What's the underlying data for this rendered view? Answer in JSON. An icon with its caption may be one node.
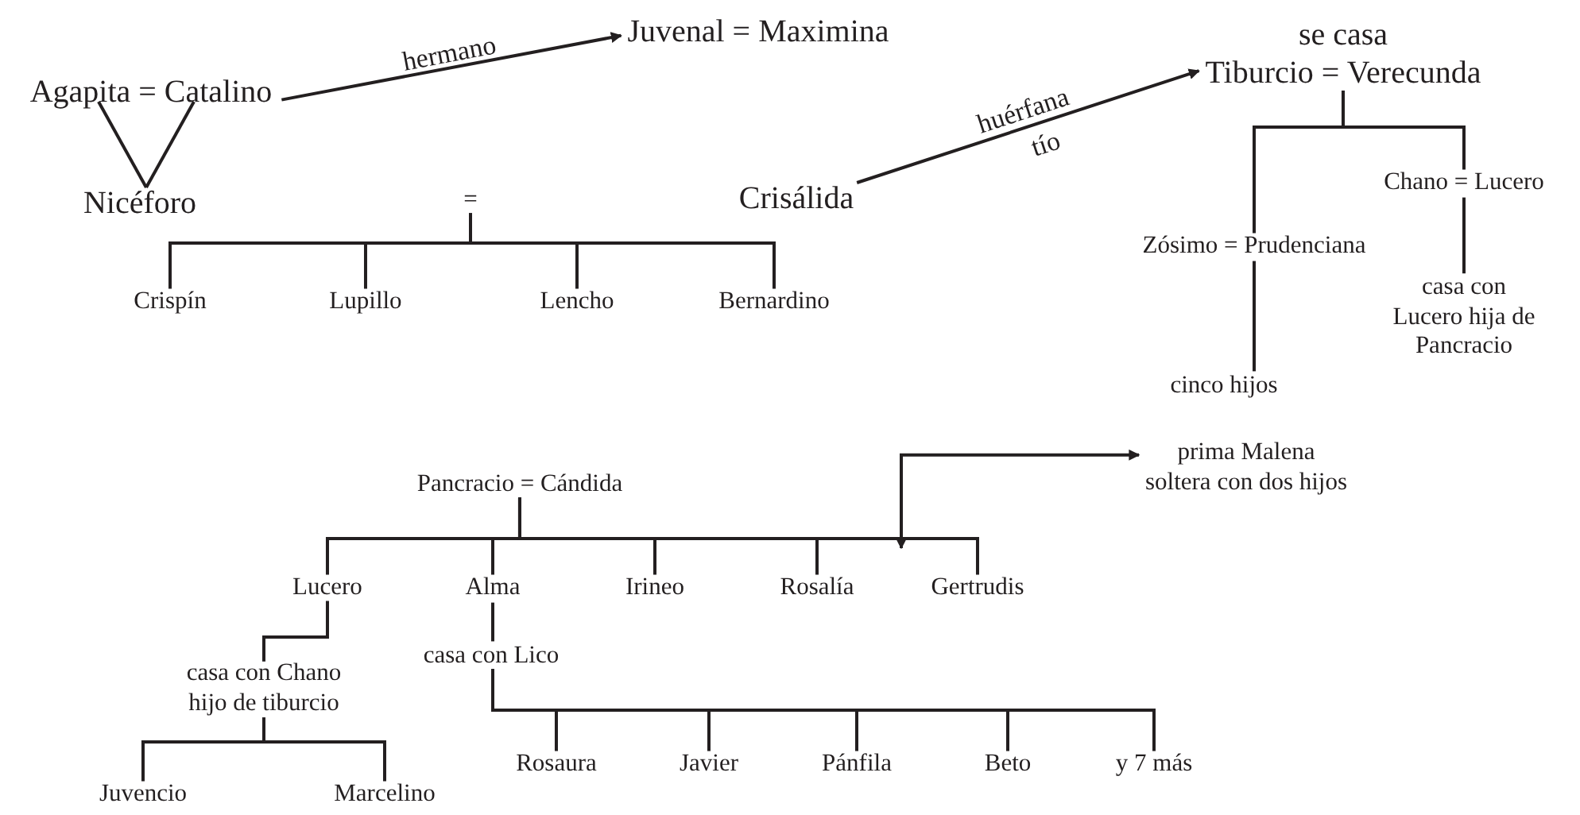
{
  "diagram": {
    "nodes": [
      {
        "text": [
          "Agapita = Catalino"
        ]
      },
      {
        "text": [
          "Nicéforo"
        ]
      },
      {
        "text": [
          "="
        ]
      },
      {
        "text": [
          "Crisálida"
        ]
      },
      {
        "text": [
          "Crispín"
        ]
      },
      {
        "text": [
          "Lupillo"
        ]
      },
      {
        "text": [
          "Lencho"
        ]
      },
      {
        "text": [
          "Bernardino"
        ]
      },
      {
        "text": [
          "Juvenal = Maximina"
        ]
      },
      {
        "text": [
          "se casa",
          "Tiburcio = Verecunda"
        ]
      },
      {
        "text": [
          "Zósimo = Prudenciana"
        ]
      },
      {
        "text": [
          "Chano = Lucero"
        ]
      },
      {
        "text": [
          "cinco hijos"
        ]
      },
      {
        "text": [
          "casa con Lucero hija de Pancracio"
        ]
      },
      {
        "text": [
          "prima Malena",
          "soltera con dos hijos"
        ]
      },
      {
        "text": [
          "Pancracio = Cándida"
        ]
      },
      {
        "text": [
          "Lucero"
        ]
      },
      {
        "text": [
          "Alma"
        ]
      },
      {
        "text": [
          "Irineo"
        ]
      },
      {
        "text": [
          "Rosalía"
        ]
      },
      {
        "text": [
          "Gertrudis"
        ]
      },
      {
        "text": [
          "casa con Chano hijo de tiburcio"
        ]
      },
      {
        "text": [
          "casa con Lico"
        ]
      },
      {
        "text": [
          "Juvencio"
        ]
      },
      {
        "text": [
          "Marcelino"
        ]
      },
      {
        "text": [
          "Rosaura"
        ]
      },
      {
        "text": [
          "Javier"
        ]
      },
      {
        "text": [
          "Pánfila"
        ]
      },
      {
        "text": [
          "Beto"
        ]
      },
      {
        "text": [
          "y 7 más"
        ]
      }
    ],
    "edges": [
      {
        "from": 0,
        "to": 1,
        "arrow": "none"
      },
      {
        "from": 0,
        "to": 1,
        "arrow": "none"
      },
      {
        "from": 0,
        "to": 8,
        "arrow": "to",
        "label": "hermano"
      },
      {
        "from": 3,
        "to": 9,
        "arrow": "to",
        "label": "huérfana"
      },
      {
        "from": 2,
        "to": 4,
        "arrow": "none"
      },
      {
        "from": 2,
        "to": 5,
        "arrow": "none"
      },
      {
        "from": 2,
        "to": 6,
        "arrow": "none"
      },
      {
        "from": 2,
        "to": 7,
        "arrow": "none"
      },
      {
        "from": 9,
        "to": 10,
        "arrow": "none"
      },
      {
        "from": 9,
        "to": 11,
        "arrow": "none"
      },
      {
        "from": 10,
        "to": 12,
        "arrow": "none"
      },
      {
        "from": 11,
        "to": 13,
        "arrow": "none"
      },
      {
        "from": 20,
        "to": 14,
        "arrow": "both"
      },
      {
        "from": 15,
        "to": 16,
        "arrow": "none"
      },
      {
        "from": 15,
        "to": 17,
        "arrow": "none"
      },
      {
        "from": 15,
        "to": 18,
        "arrow": "none"
      },
      {
        "from": 15,
        "to": 19,
        "arrow": "none"
      },
      {
        "from": 15,
        "to": 20,
        "arrow": "none"
      },
      {
        "from": 16,
        "to": 21,
        "arrow": "none"
      },
      {
        "from": 17,
        "to": 22,
        "arrow": "none"
      },
      {
        "from": 21,
        "to": 23,
        "arrow": "none"
      },
      {
        "from": 21,
        "to": 24,
        "arrow": "none"
      },
      {
        "from": 22,
        "to": 25,
        "arrow": "none"
      },
      {
        "from": 22,
        "to": 26,
        "arrow": "none"
      },
      {
        "from": 22,
        "to": 27,
        "arrow": "none"
      },
      {
        "from": 22,
        "to": 28,
        "arrow": "none"
      },
      {
        "from": 22,
        "to": 29,
        "arrow": "none"
      }
    ],
    "labels": [
      "tío"
    ]
  }
}
